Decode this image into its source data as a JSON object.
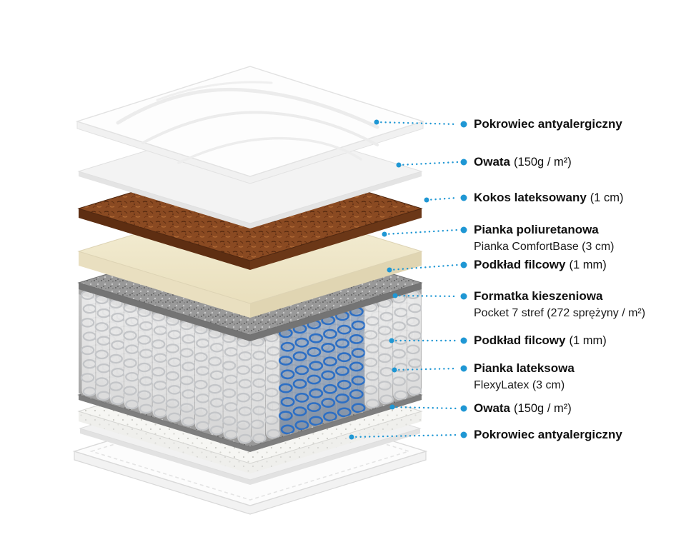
{
  "labels": [
    {
      "bold": "Pokrowiec antyalergiczny"
    },
    {
      "bold": "Owata",
      "normal": "(150g / m²)"
    },
    {
      "bold": "Kokos lateksowany",
      "normal": "(1 cm)"
    },
    {
      "bold": "Pianka poliuretanowa",
      "sub": "Pianka ComfortBase (3 cm)"
    },
    {
      "bold": "Podkład filcowy",
      "normal": "(1 mm)"
    },
    {
      "bold": "Formatka kieszeniowa",
      "sub": "Pocket 7 stref (272 sprężyny / m²)"
    },
    {
      "bold": "Podkład filcowy",
      "normal": "(1 mm)"
    },
    {
      "bold": "Pianka lateksowa",
      "sub": "FlexyLatex (3 cm)"
    },
    {
      "bold": "Owata",
      "normal": "(150g / m²)"
    },
    {
      "bold": "Pokrowiec antyalergiczny"
    }
  ],
  "diagram": {
    "leader_color": "#1f97d4",
    "front_count": 24,
    "back_count": 23,
    "blue_range": [
      14,
      19
    ],
    "white_wire": "#c3c5c8",
    "blue_wire": "#2d6fc4",
    "back_wire": "#aeb0b3",
    "white_fill": "rgba(255,255,255,0.6)",
    "blue_fill": "rgba(45,111,196,0.22)"
  }
}
